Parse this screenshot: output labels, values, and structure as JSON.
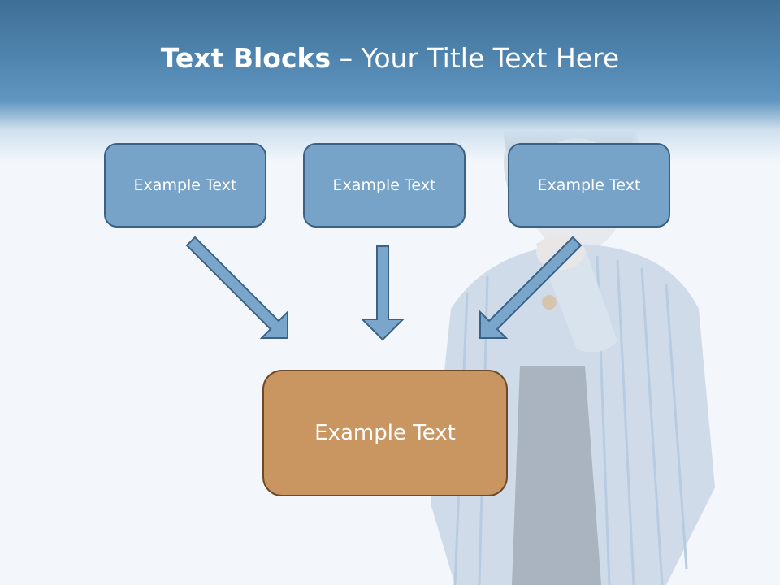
{
  "slide": {
    "title_bold": "Text Blocks",
    "title_rest": " – Your Title Text Here",
    "boxes": [
      "Example Text",
      "Example Text",
      "Example Text"
    ],
    "main_box": "Example Text"
  },
  "colors": {
    "title_band": "#4f84ae",
    "box_fill": "#77a3c9",
    "box_border": "#3b6284",
    "main_fill": "#c99662",
    "main_border": "#6e4b27",
    "arrow_fill": "#7aa6cc",
    "arrow_stroke": "#3b6284"
  }
}
